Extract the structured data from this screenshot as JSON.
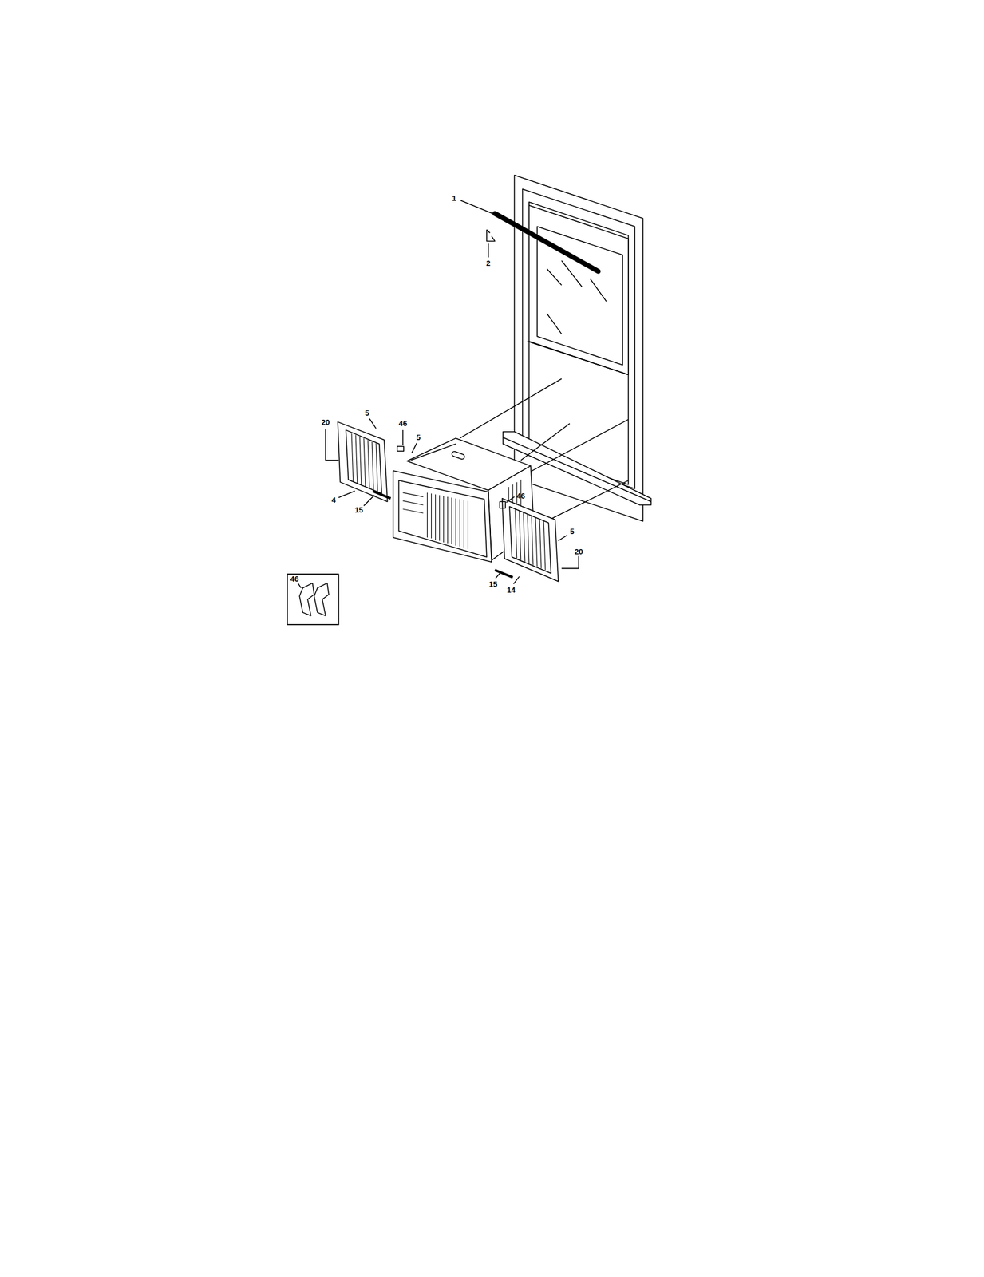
{
  "diagram": {
    "labels": [
      "1",
      "2",
      "20",
      "5",
      "46",
      "5",
      "4",
      "15",
      "46",
      "5",
      "20",
      "15",
      "14",
      "46"
    ]
  }
}
